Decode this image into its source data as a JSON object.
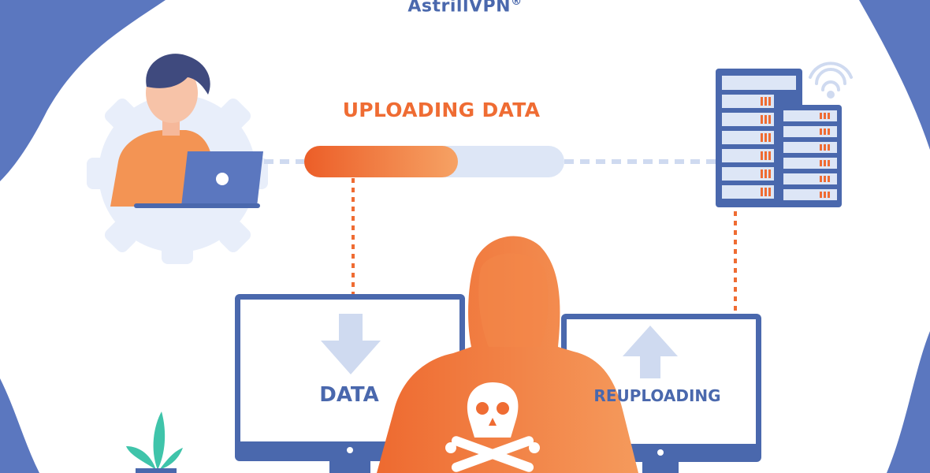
{
  "brand": {
    "name": "AstrillVPN",
    "mark": "®"
  },
  "upload": {
    "title": "UPLOADING DATA",
    "progress": 0.5
  },
  "left_screen": {
    "label": "DATA",
    "icon": "arrow-down-icon"
  },
  "right_screen": {
    "label": "REUPLOADING",
    "icon": "arrow-up-icon"
  },
  "colors": {
    "brand_blue": "#4a68ad",
    "accent_orange": "#ef6c33",
    "light_blue": "#dde6f6",
    "background_blue": "#5b77bf"
  }
}
